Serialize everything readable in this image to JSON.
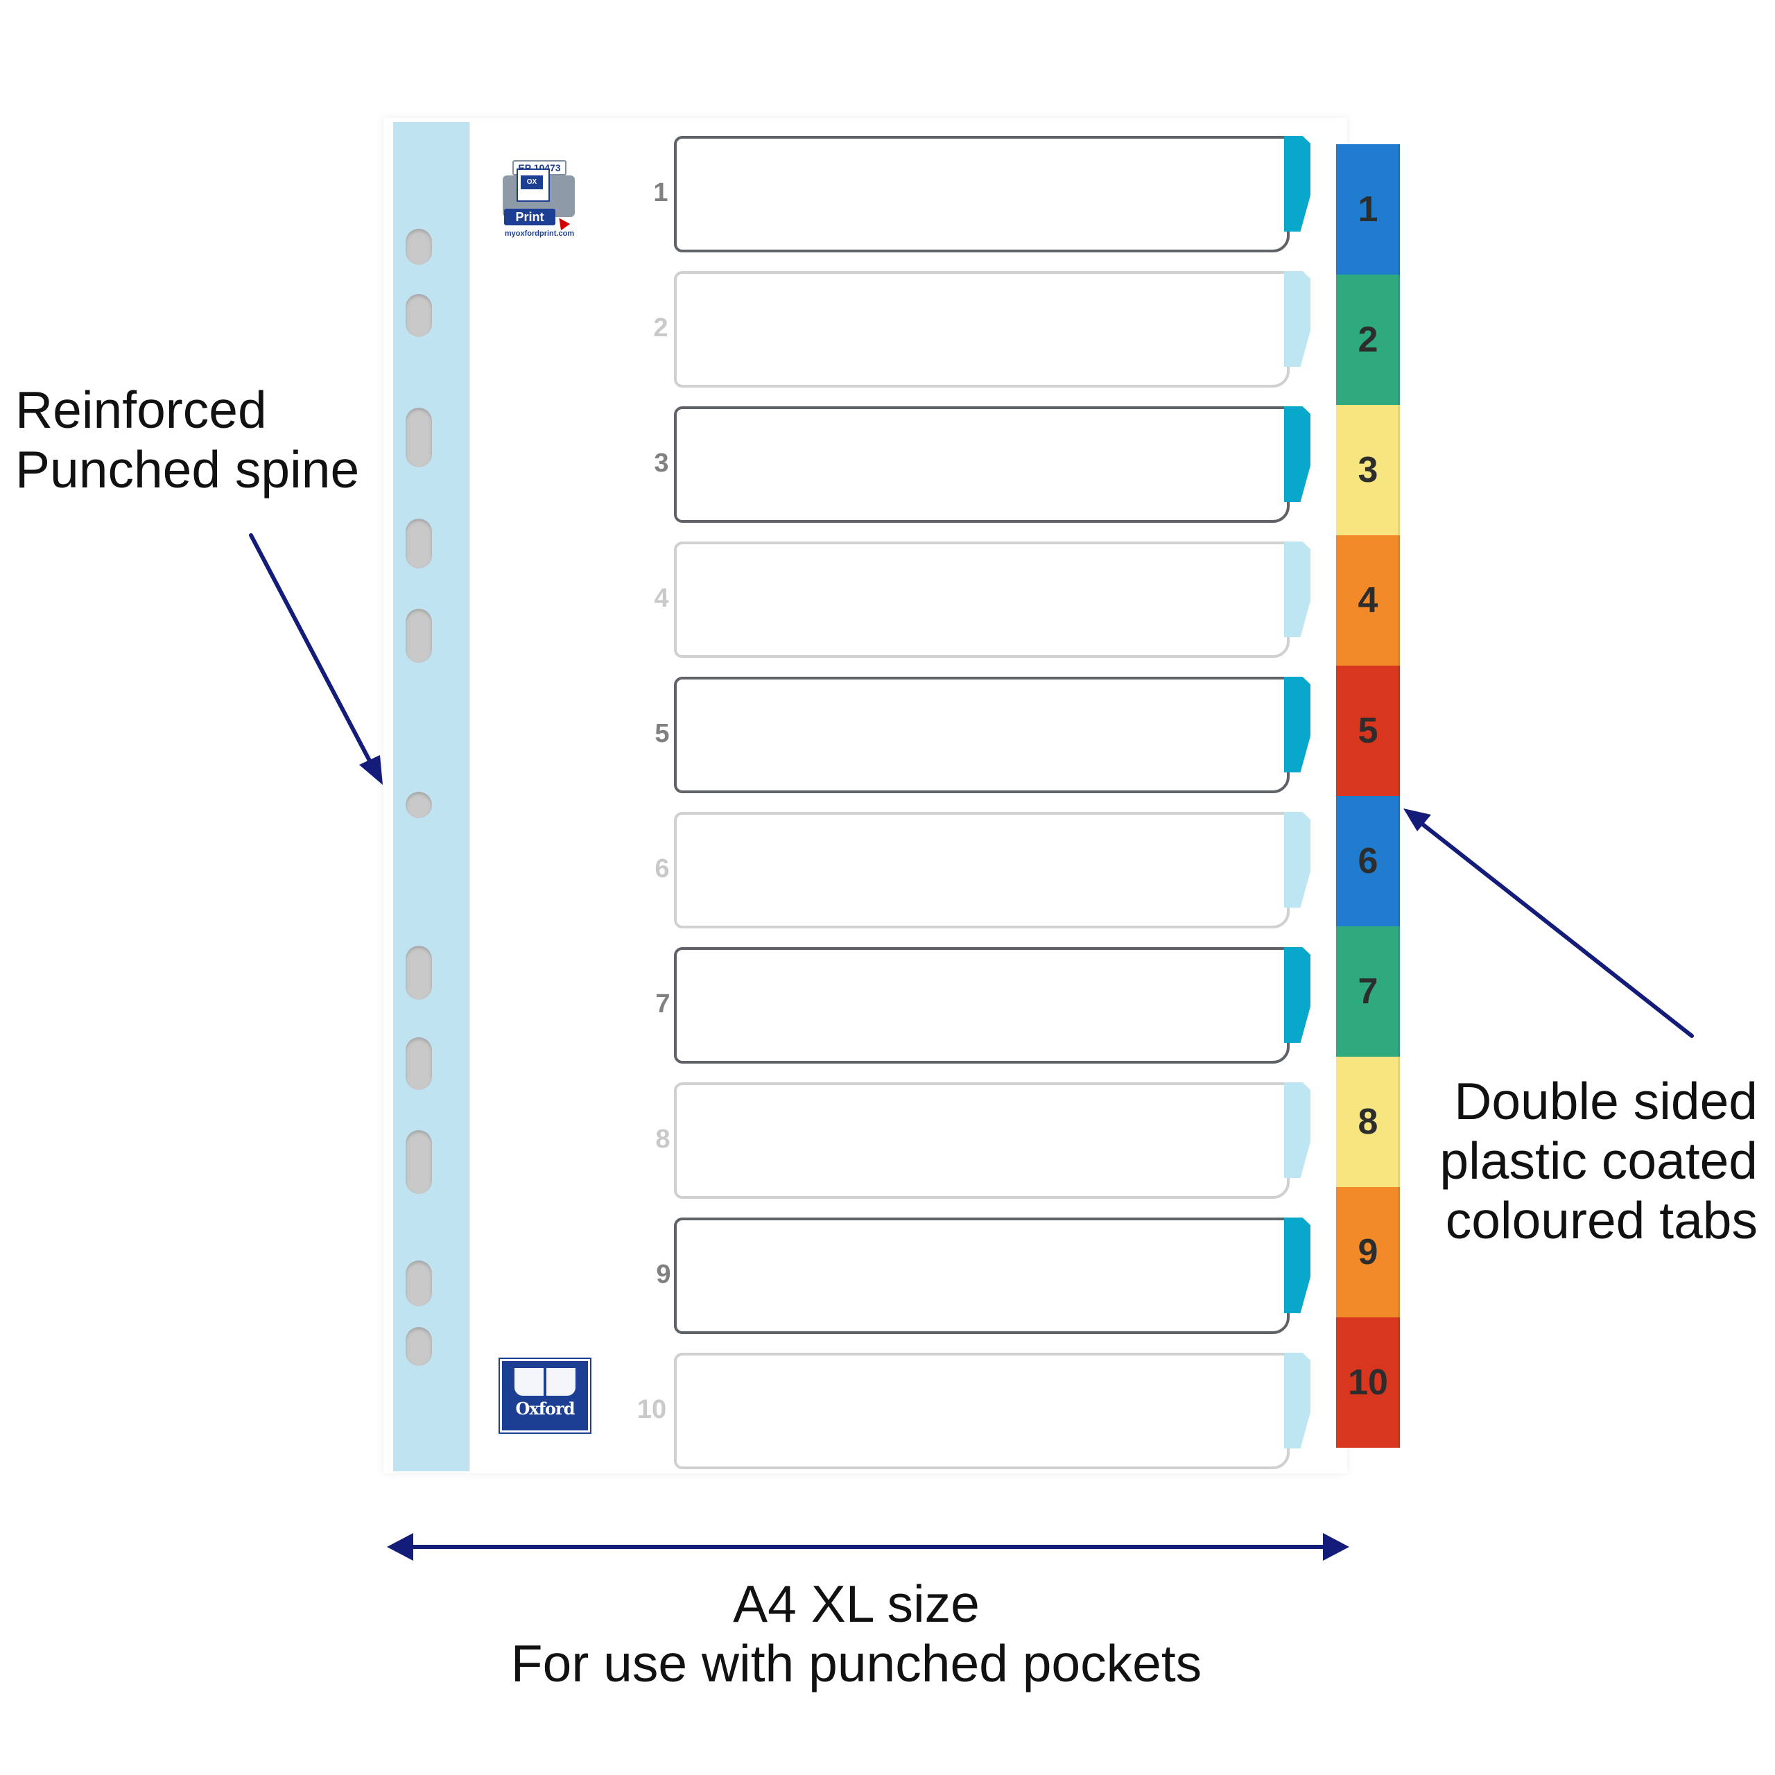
{
  "logos": {
    "print_code": "EP 10473",
    "print_label": "Print",
    "print_url": "myoxfordprint.com",
    "oxford_name": "Oxford"
  },
  "rows": [
    {
      "number": "1",
      "style": "dark"
    },
    {
      "number": "2",
      "style": "light"
    },
    {
      "number": "3",
      "style": "dark"
    },
    {
      "number": "4",
      "style": "light"
    },
    {
      "number": "5",
      "style": "dark"
    },
    {
      "number": "6",
      "style": "light"
    },
    {
      "number": "7",
      "style": "dark"
    },
    {
      "number": "8",
      "style": "light"
    },
    {
      "number": "9",
      "style": "dark"
    },
    {
      "number": "10",
      "style": "light"
    }
  ],
  "tabs": [
    {
      "label": "1",
      "color": "#1f7ccf"
    },
    {
      "label": "2",
      "color": "#2faa7f"
    },
    {
      "label": "3",
      "color": "#f7e67f"
    },
    {
      "label": "4",
      "color": "#f28a2a"
    },
    {
      "label": "5",
      "color": "#d93620"
    },
    {
      "label": "6",
      "color": "#1f7ccf"
    },
    {
      "label": "7",
      "color": "#2faa7f"
    },
    {
      "label": "8",
      "color": "#f7e67f"
    },
    {
      "label": "9",
      "color": "#f28a2a"
    },
    {
      "label": "10",
      "color": "#d93620"
    }
  ],
  "annotations": {
    "spine_line_1": "Reinforced",
    "spine_line_2": "Punched spine",
    "tabs_line_1": "Double sided",
    "tabs_line_2": "plastic coated",
    "tabs_line_3": "coloured tabs",
    "size_line_1": "A4 XL size",
    "size_line_2": "For use with punched pockets"
  },
  "colors": {
    "spine": "#bfe3f0",
    "index_accent_dark": "#08a8cd",
    "index_accent_light": "#bde6f2",
    "arrow": "#141c7a"
  }
}
